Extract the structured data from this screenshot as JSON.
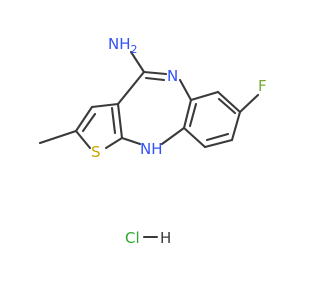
{
  "molecule": {
    "atoms": {
      "amine": "NH",
      "amine_sub": "2",
      "imine_n": "N",
      "fluorine": "F",
      "sulfur": "S",
      "ring_nh": "NH"
    },
    "salt": {
      "chlorine": "Cl",
      "hydrogen": "H"
    }
  },
  "colors": {
    "nitrogen": "#3050F8",
    "fluorine": "#79A934",
    "sulfur": "#C9A400",
    "chlorine": "#2EA82E",
    "carbon_bond": "#3a3a3a"
  }
}
